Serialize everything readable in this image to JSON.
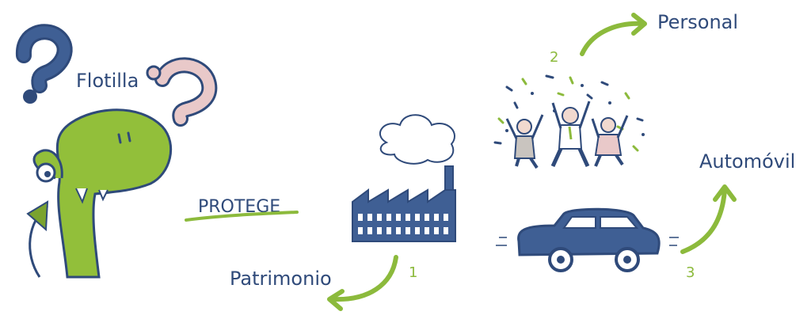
{
  "labels": {
    "flotilla": "Flotilla",
    "protege": "PROTEGE",
    "patrimonio": "Patrimonio",
    "personal": "Personal",
    "automovil": "Automóvil"
  },
  "steps": {
    "one": "1",
    "two": "2",
    "three": "3"
  },
  "colors": {
    "navy": "#2f4a7a",
    "green": "#8cba3c",
    "pink": "#e9c9c9",
    "dino": "#92bf3a"
  },
  "icons": [
    "question-mark-icon",
    "dinosaur-mascot",
    "factory-icon",
    "celebrating-people-icon",
    "car-icon"
  ]
}
